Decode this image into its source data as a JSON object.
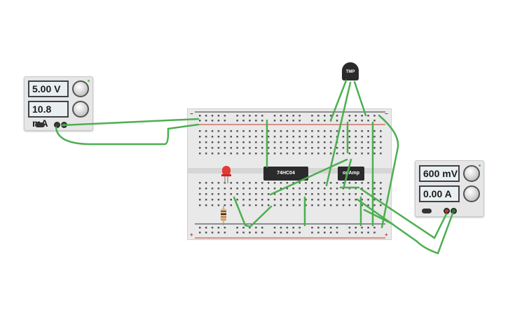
{
  "power_supply_left": {
    "voltage_display": "5.00 V",
    "current_display": "10.8 mA"
  },
  "multimeter_right": {
    "voltage_display": "600 mV",
    "current_display": "0.00 A"
  },
  "components": {
    "ic_label": "74HC04",
    "opamp_label": "opAmp",
    "tmp_sensor_label": "TMP"
  },
  "breadboard": {
    "rail_plus": "+",
    "rail_minus": "−"
  },
  "colors": {
    "wire": "#4caf50",
    "led": "#e53935",
    "rail_red": "#c0392b"
  }
}
